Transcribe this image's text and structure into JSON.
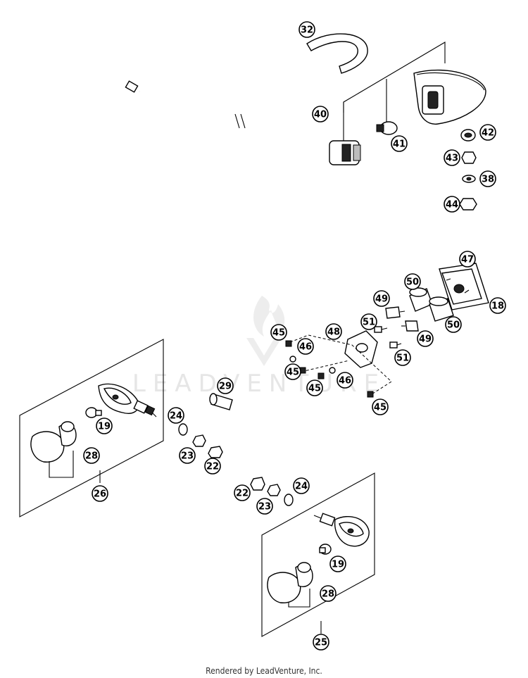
{
  "watermark": "LEADVENTURE",
  "footer": "Rendered by LeadVenture, Inc.",
  "callouts": [
    {
      "id": "c32",
      "label": "32"
    },
    {
      "id": "c40",
      "label": "40"
    },
    {
      "id": "c41",
      "label": "41"
    },
    {
      "id": "c42",
      "label": "42"
    },
    {
      "id": "c43",
      "label": "43"
    },
    {
      "id": "c38",
      "label": "38"
    },
    {
      "id": "c44",
      "label": "44"
    },
    {
      "id": "c47",
      "label": "47"
    },
    {
      "id": "c50a",
      "label": "50"
    },
    {
      "id": "c49a",
      "label": "49"
    },
    {
      "id": "c51a",
      "label": "51"
    },
    {
      "id": "c48",
      "label": "48"
    },
    {
      "id": "c18",
      "label": "18"
    },
    {
      "id": "c50b",
      "label": "50"
    },
    {
      "id": "c49b",
      "label": "49"
    },
    {
      "id": "c51b",
      "label": "51"
    },
    {
      "id": "c45a",
      "label": "45"
    },
    {
      "id": "c46a",
      "label": "46"
    },
    {
      "id": "c45b",
      "label": "45"
    },
    {
      "id": "c45c",
      "label": "45"
    },
    {
      "id": "c46b",
      "label": "46"
    },
    {
      "id": "c45d",
      "label": "45"
    },
    {
      "id": "c29",
      "label": "29"
    },
    {
      "id": "c19a",
      "label": "19"
    },
    {
      "id": "c24a",
      "label": "24"
    },
    {
      "id": "c28a",
      "label": "28"
    },
    {
      "id": "c23a",
      "label": "23"
    },
    {
      "id": "c22a",
      "label": "22"
    },
    {
      "id": "c26",
      "label": "26"
    },
    {
      "id": "c22b",
      "label": "22"
    },
    {
      "id": "c24b",
      "label": "24"
    },
    {
      "id": "c23b",
      "label": "23"
    },
    {
      "id": "c19b",
      "label": "19"
    },
    {
      "id": "c28b",
      "label": "28"
    },
    {
      "id": "c25",
      "label": "25"
    }
  ]
}
